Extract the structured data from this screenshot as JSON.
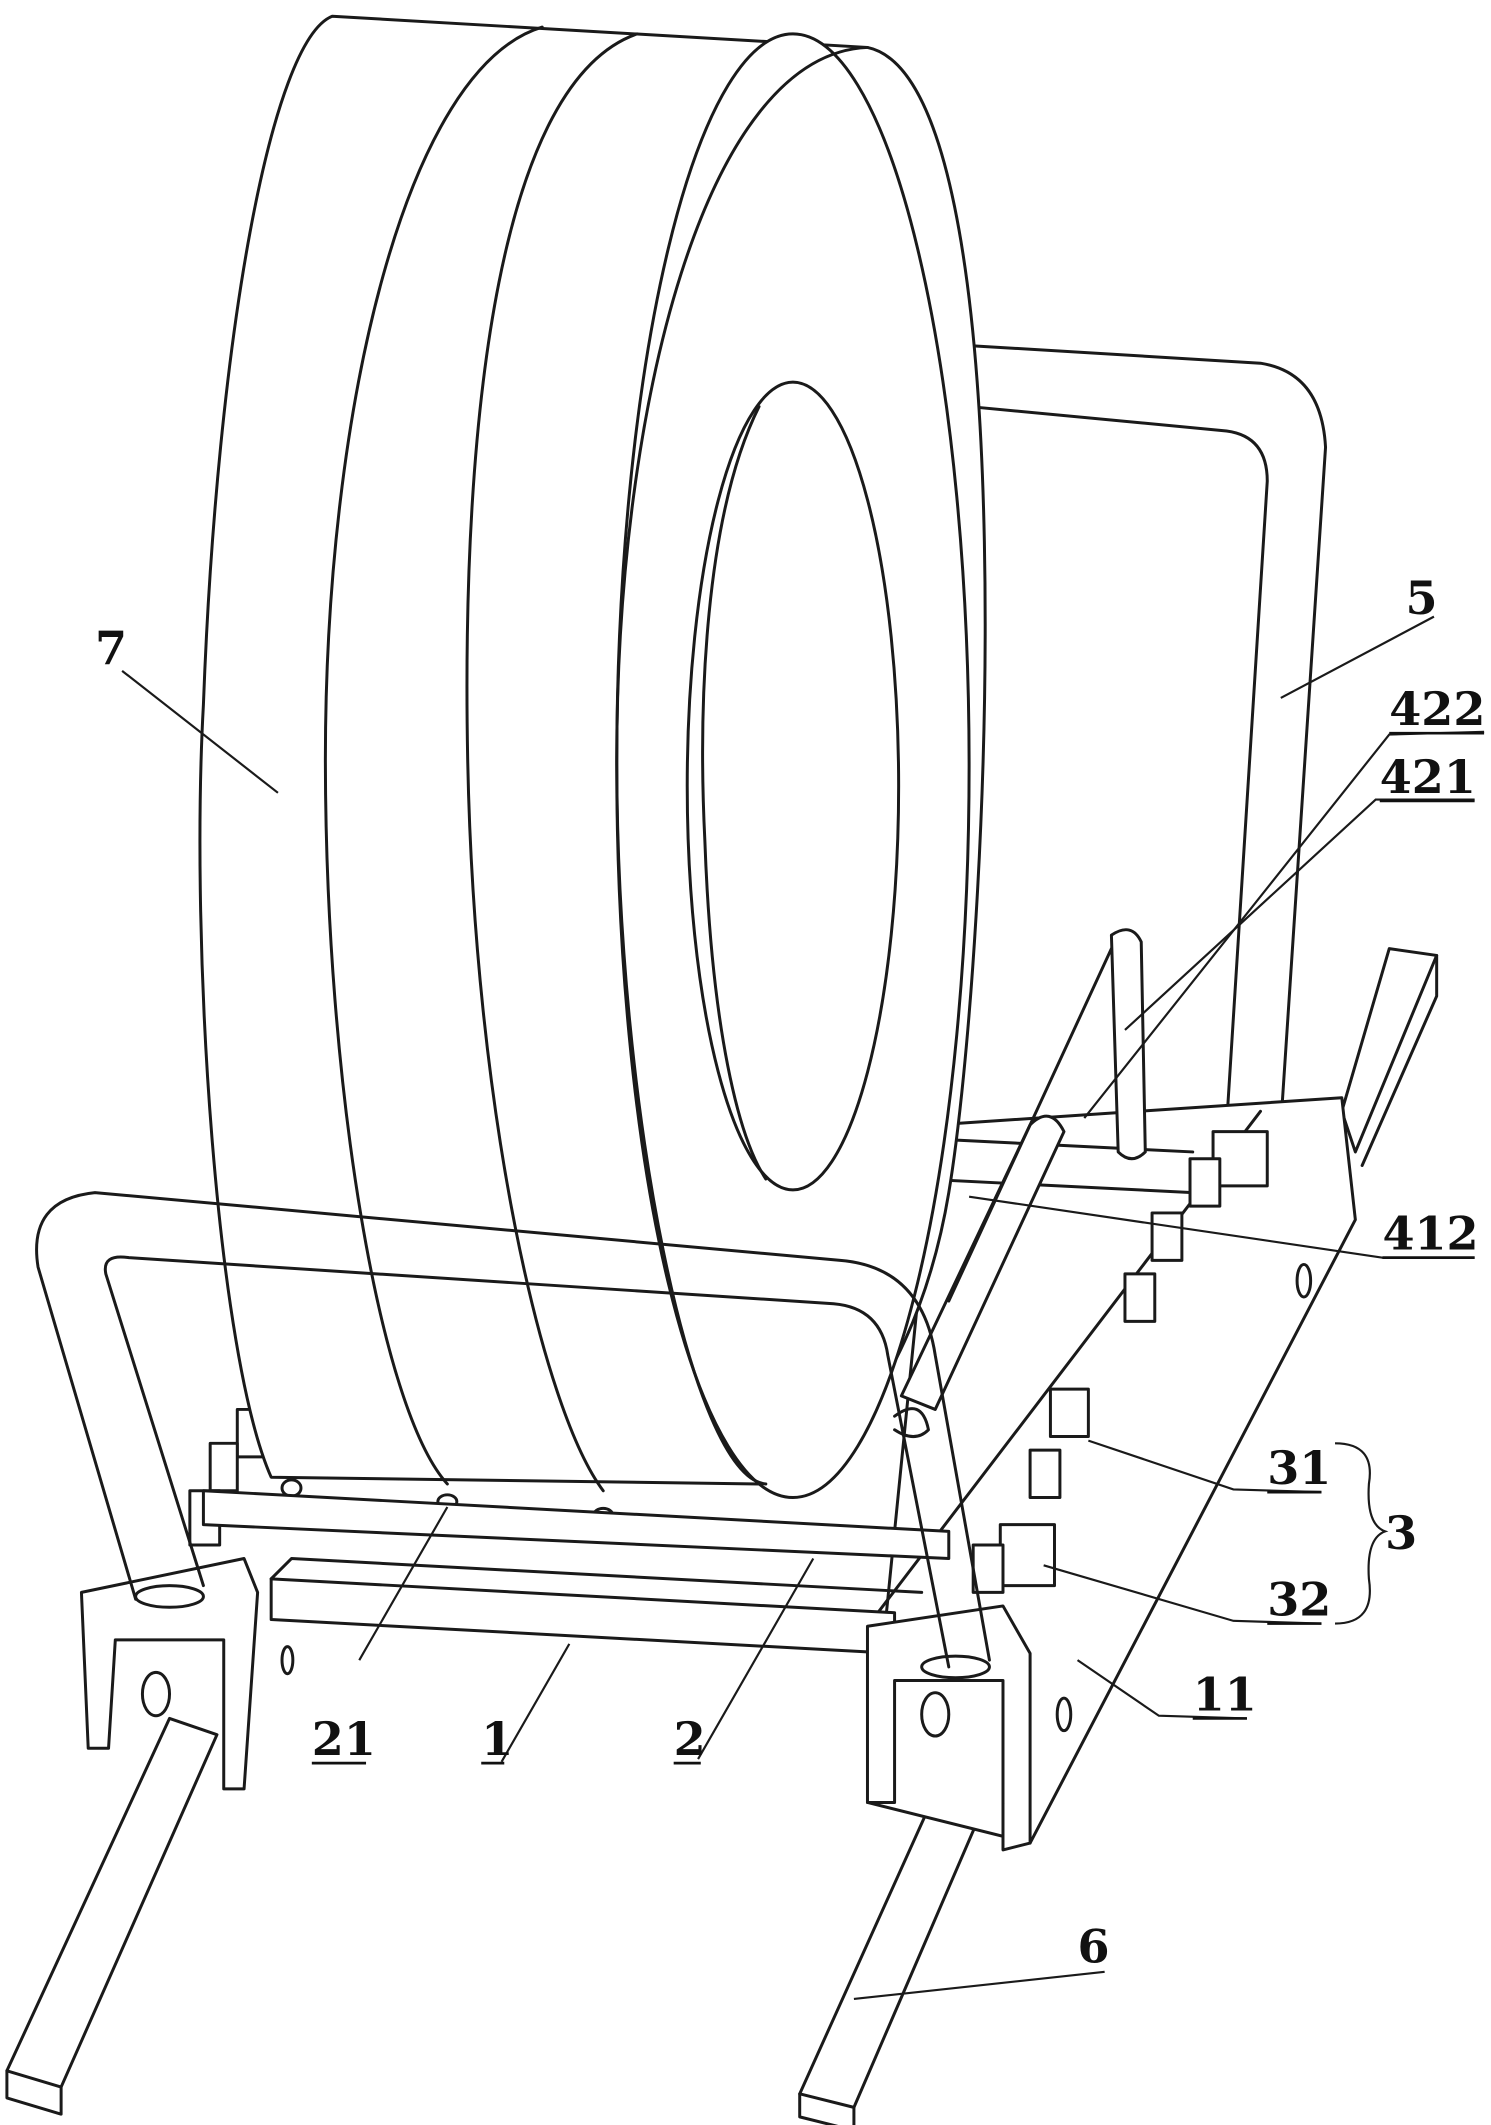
{
  "figure": {
    "labels": {
      "tire": "7",
      "rear_frame": "5",
      "part_422": "422",
      "part_421": "421",
      "part_412": "412",
      "part_31": "31",
      "group_3": "3",
      "part_32": "32",
      "side_bar": "11",
      "part_21": "21",
      "base": "1",
      "cross_bar": "2",
      "rail": "6"
    }
  }
}
